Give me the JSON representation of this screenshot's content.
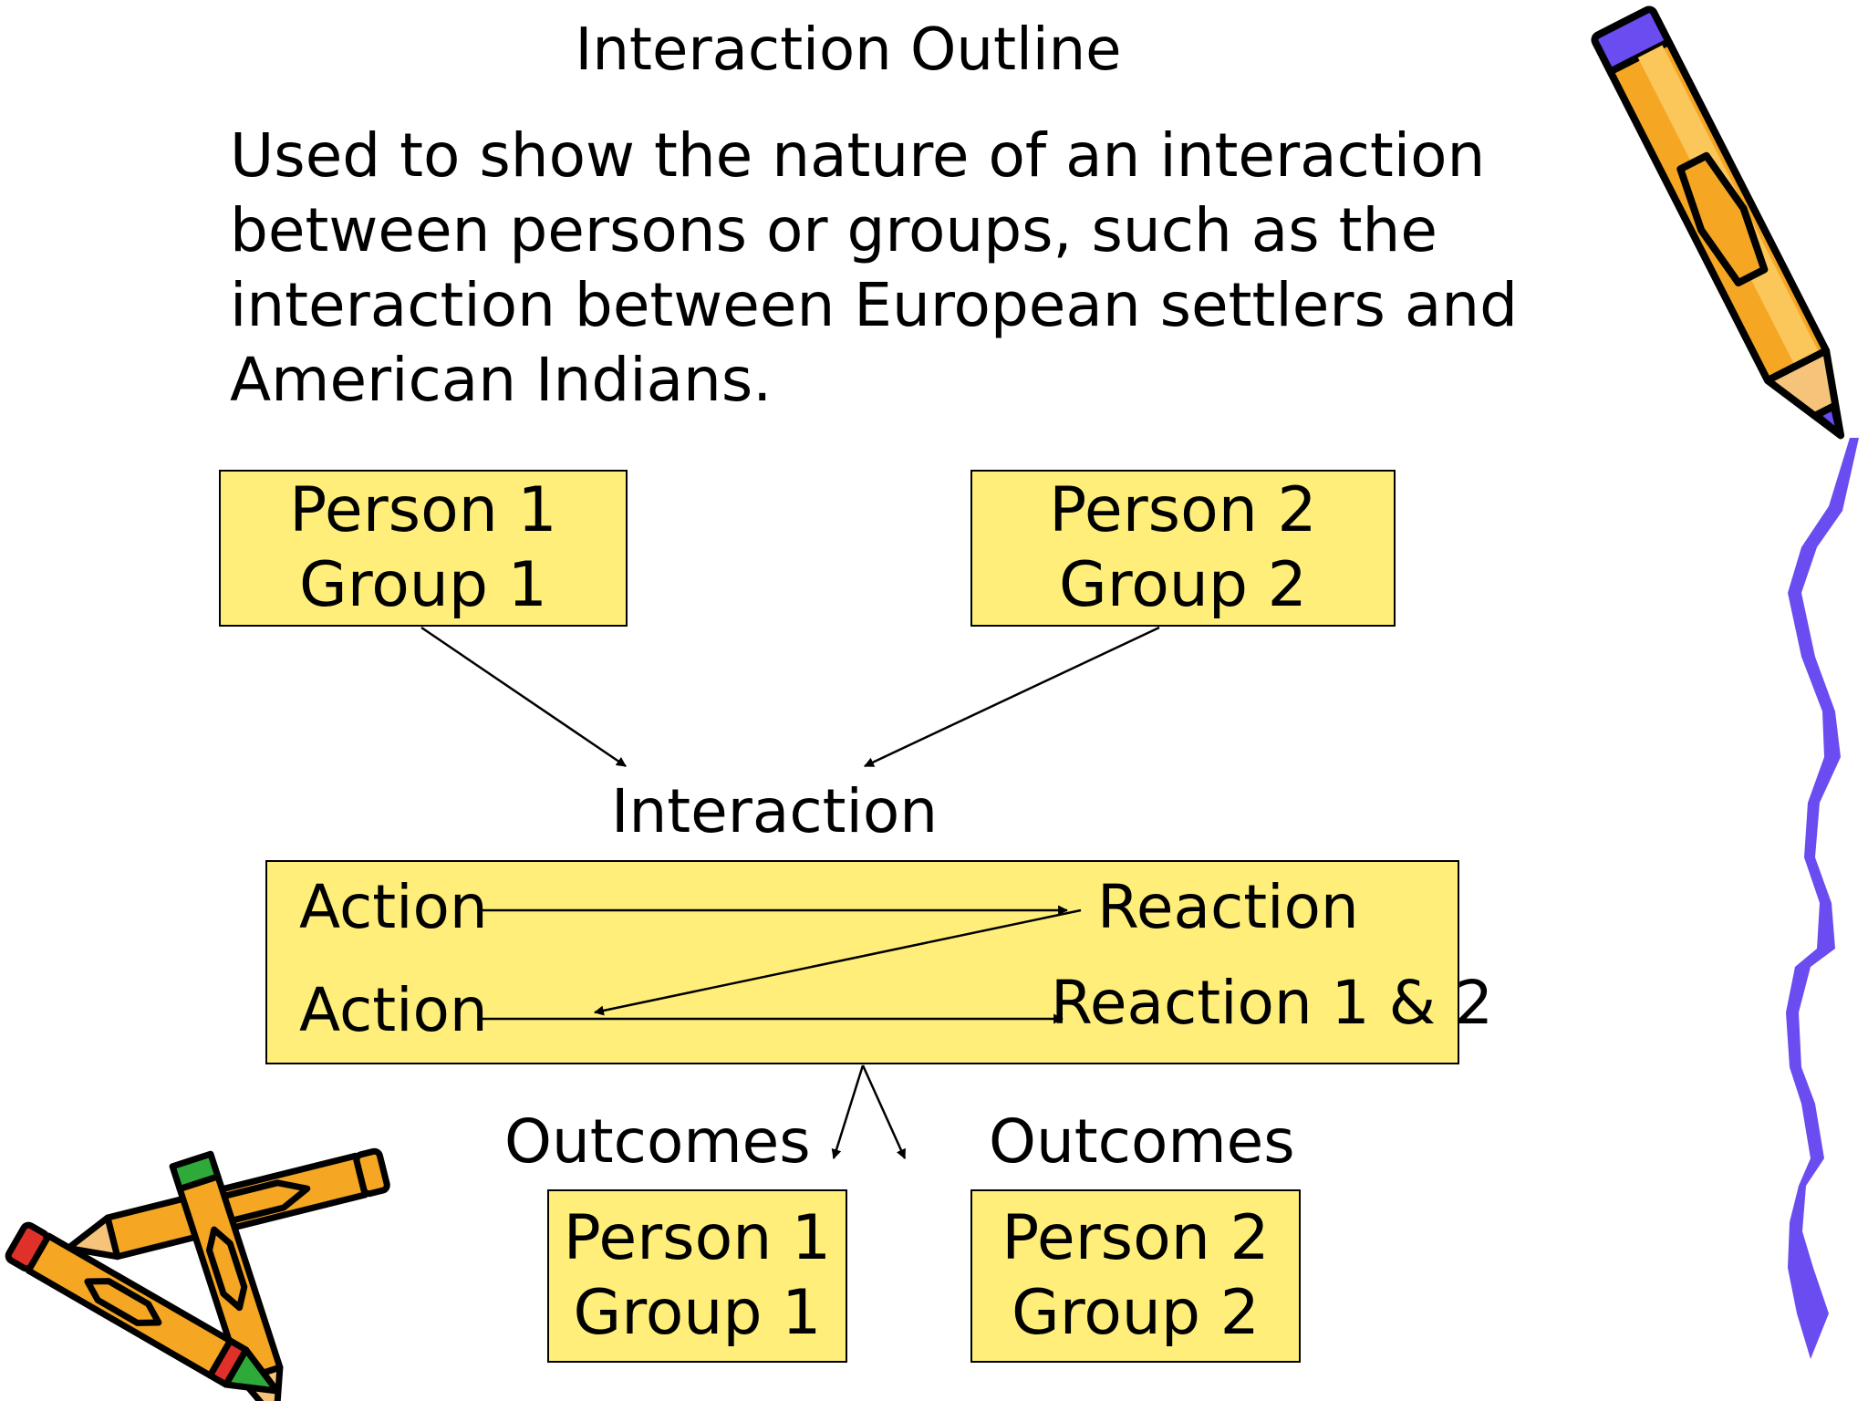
{
  "title": "Interaction Outline",
  "description": [
    "Used to show the nature of an interaction",
    "between persons or groups, such as the",
    "interaction between European settlers and",
    "American Indians."
  ],
  "person1": {
    "line1": "Person 1",
    "line2": "Group 1"
  },
  "person2": {
    "line1": "Person 2",
    "line2": "Group 2"
  },
  "interaction_label": "Interaction",
  "interaction": {
    "action_1": "Action",
    "reaction_1": "Reaction",
    "action_2": "Action",
    "reaction_2": "Reaction 1 & 2"
  },
  "outcomes_left_label": "Outcomes",
  "outcomes_right_label": "Outcomes",
  "outcome1": {
    "line1": "Person 1",
    "line2": "Group 1"
  },
  "outcome2": {
    "line1": "Person 2",
    "line2": "Group 2"
  },
  "colors": {
    "box_fill": "#ffef7a",
    "pencil_orange": "#f5a623",
    "pencil_purple": "#6b4cf0",
    "squiggle": "#6b4cf0"
  },
  "icons": [
    "pencil-icon",
    "pencils-cluster-icon",
    "squiggle-decoration"
  ]
}
